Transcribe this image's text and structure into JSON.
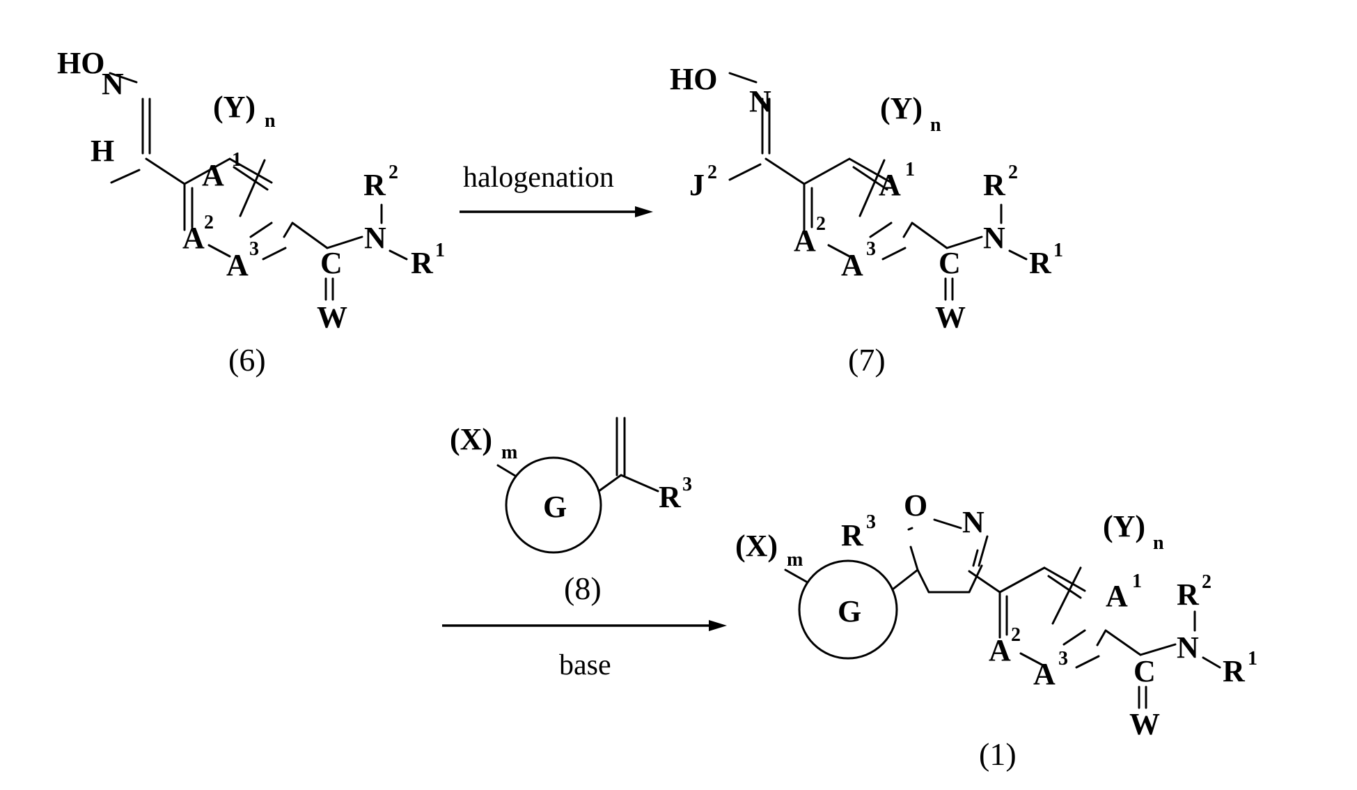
{
  "scheme": {
    "compound_6": {
      "label": "(6)",
      "ho": "HO",
      "n_oxime": "N",
      "h": "H",
      "y": "(Y)",
      "y_sub": "n",
      "a1": "A",
      "a1_sup": "1",
      "a2": "A",
      "a2_sup": "2",
      "a3": "A",
      "a3_sup": "3",
      "c": "C",
      "w": "W",
      "n_amide": "N",
      "r1": "R",
      "r1_sup": "1",
      "r2": "R",
      "r2_sup": "2"
    },
    "compound_7": {
      "label": "(7)",
      "ho": "HO",
      "n_oxime": "N",
      "j": "J",
      "j_sup": "2",
      "y": "(Y)",
      "y_sub": "n",
      "a1": "A",
      "a1_sup": "1",
      "a2": "A",
      "a2_sup": "2",
      "a3": "A",
      "a3_sup": "3",
      "c": "C",
      "w": "W",
      "n_amide": "N",
      "r1": "R",
      "r1_sup": "1",
      "r2": "R",
      "r2_sup": "2"
    },
    "compound_8": {
      "label": "(8)",
      "x": "(X)",
      "x_sub": "m",
      "g": "G",
      "r3": "R",
      "r3_sup": "3"
    },
    "compound_1": {
      "label": "(1)",
      "x": "(X)",
      "x_sub": "m",
      "g": "G",
      "r3": "R",
      "r3_sup": "3",
      "o": "O",
      "n_ring": "N",
      "y": "(Y)",
      "y_sub": "n",
      "a1": "A",
      "a1_sup": "1",
      "a2": "A",
      "a2_sup": "2",
      "a3": "A",
      "a3_sup": "3",
      "c": "C",
      "w": "W",
      "n_amide": "N",
      "r1": "R",
      "r1_sup": "1",
      "r2": "R",
      "r2_sup": "2"
    },
    "step1": {
      "reagent": "halogenation"
    },
    "step2": {
      "reagent": "base"
    }
  }
}
